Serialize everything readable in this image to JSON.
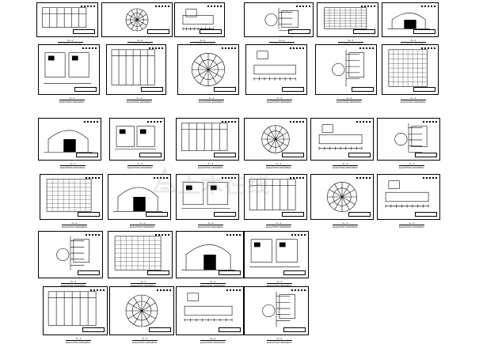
{
  "sheet_set": {
    "caption_number": "A—1",
    "caption_subtitle": "ELEVATION DRAWING",
    "rows": [
      {
        "row": 1,
        "sheet_count": 6
      },
      {
        "row": 2,
        "sheet_count": 6
      },
      {
        "row": 3,
        "sheet_count": 6
      },
      {
        "row": 4,
        "sheet_count": 6
      },
      {
        "row": 5,
        "sheet_count": 4
      },
      {
        "row": 6,
        "sheet_count": 4
      }
    ]
  },
  "watermark": {
    "icon": "building-logo-icon",
    "text": "土木在线"
  },
  "colors": {
    "line": "#000000",
    "paper": "#ffffff",
    "watermark": "#888888"
  }
}
